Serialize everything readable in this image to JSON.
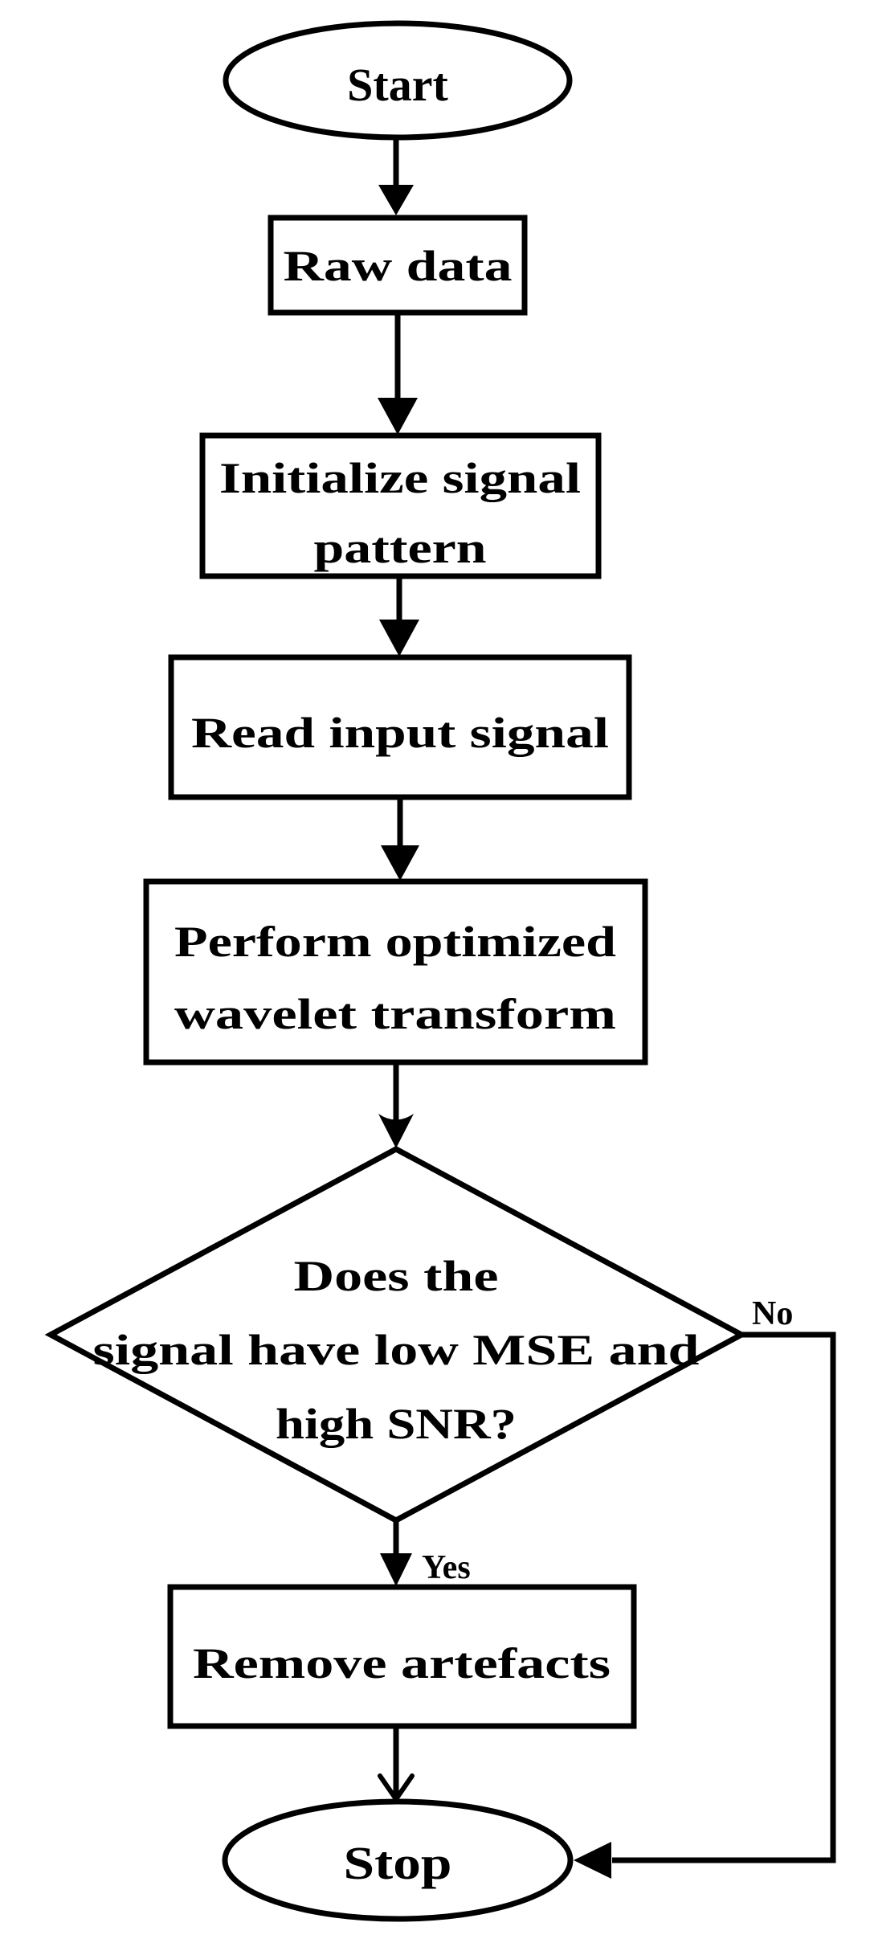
{
  "diagram": {
    "type": "flowchart",
    "colors": {
      "ink": "#000000",
      "background": "#ffffff"
    },
    "nodes": {
      "start": {
        "shape": "terminator",
        "label": "Start"
      },
      "raw_data": {
        "shape": "process",
        "label": "Raw data"
      },
      "initialize_signal_pattern": {
        "shape": "process",
        "line1": "Initialize signal",
        "line2": "pattern"
      },
      "read_input_signal": {
        "shape": "process",
        "label": "Read input signal"
      },
      "perform_wavelet_transform": {
        "shape": "process",
        "line1": "Perform optimized",
        "line2": "wavelet transform"
      },
      "decision": {
        "shape": "decision",
        "line1": "Does the",
        "line2": "signal have low MSE and",
        "line3": "high SNR?"
      },
      "remove_artefacts": {
        "shape": "process",
        "label": "Remove artefacts"
      },
      "stop": {
        "shape": "terminator",
        "label": "Stop"
      }
    },
    "edge_labels": {
      "yes": "Yes",
      "no": "No"
    }
  }
}
